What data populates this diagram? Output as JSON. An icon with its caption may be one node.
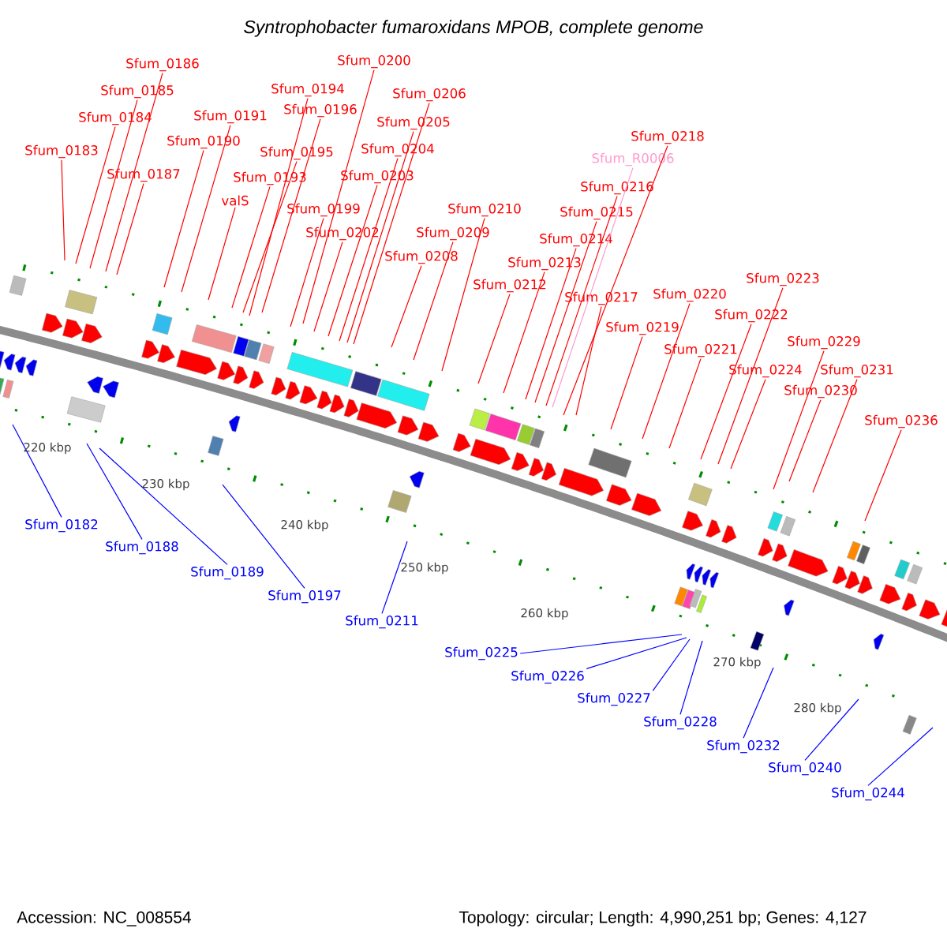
{
  "diagram": {
    "title": "Syntrophobacter fumaroxidans MPOB, complete genome",
    "nodes": [
      {
        "text": [
          "Sfum_0186"
        ]
      },
      {
        "text": [
          "Sfum_0185"
        ]
      },
      {
        "text": [
          "Sfum_0184"
        ]
      },
      {
        "text": [
          "Sfum_0183"
        ]
      },
      {
        "text": [
          "Sfum_0187"
        ]
      },
      {
        "text": [
          "Sfum_0191"
        ]
      },
      {
        "text": [
          "Sfum_0190"
        ]
      },
      {
        "text": [
          "valS"
        ]
      },
      {
        "text": [
          "Sfum_0194"
        ]
      },
      {
        "text": [
          "Sfum_0196"
        ]
      },
      {
        "text": [
          "Sfum_0195"
        ]
      },
      {
        "text": [
          "Sfum_0193"
        ]
      },
      {
        "text": [
          "Sfum_0200"
        ]
      },
      {
        "text": [
          "Sfum_0206"
        ]
      },
      {
        "text": [
          "Sfum_0205"
        ]
      },
      {
        "text": [
          "Sfum_0204"
        ]
      },
      {
        "text": [
          "Sfum_0203"
        ]
      },
      {
        "text": [
          "Sfum_0199"
        ]
      },
      {
        "text": [
          "Sfum_0202"
        ]
      },
      {
        "text": [
          "Sfum_0208"
        ]
      },
      {
        "text": [
          "Sfum_0209"
        ]
      },
      {
        "text": [
          "Sfum_0210"
        ]
      },
      {
        "text": [
          "Sfum_0218"
        ]
      },
      {
        "text": [
          "Sfum_R0006"
        ]
      },
      {
        "text": [
          "Sfum_0216"
        ]
      },
      {
        "text": [
          "Sfum_0215"
        ]
      },
      {
        "text": [
          "Sfum_0214"
        ]
      },
      {
        "text": [
          "Sfum_0213"
        ]
      },
      {
        "text": [
          "Sfum_0212"
        ]
      },
      {
        "text": [
          "Sfum_0217"
        ]
      },
      {
        "text": [
          "Sfum_0220"
        ]
      },
      {
        "text": [
          "Sfum_0219"
        ]
      },
      {
        "text": [
          "Sfum_0221"
        ]
      },
      {
        "text": [
          "Sfum_0223"
        ]
      },
      {
        "text": [
          "Sfum_0222"
        ]
      },
      {
        "text": [
          "Sfum_0224"
        ]
      },
      {
        "text": [
          "Sfum_0229"
        ]
      },
      {
        "text": [
          "Sfum_0231"
        ]
      },
      {
        "text": [
          "Sfum_0230"
        ]
      },
      {
        "text": [
          "Sfum_0236"
        ]
      },
      {
        "text": [
          "Sfum_0182"
        ]
      },
      {
        "text": [
          "Sfum_0188"
        ]
      },
      {
        "text": [
          "Sfum_0189"
        ]
      },
      {
        "text": [
          "Sfum_0197"
        ]
      },
      {
        "text": [
          "Sfum_0211"
        ]
      },
      {
        "text": [
          "Sfum_0225"
        ]
      },
      {
        "text": [
          "Sfum_0226"
        ]
      },
      {
        "text": [
          "Sfum_0227"
        ]
      },
      {
        "text": [
          "Sfum_0228"
        ]
      },
      {
        "text": [
          "Sfum_0232"
        ]
      },
      {
        "text": [
          "Sfum_0240"
        ]
      },
      {
        "text": [
          "Sfum_0244"
        ]
      }
    ],
    "edges": [
      {
        "from": 0,
        "to": null,
        "arrow": "none"
      },
      {
        "from": 1,
        "to": null,
        "arrow": "none"
      },
      {
        "from": 2,
        "to": null,
        "arrow": "none"
      },
      {
        "from": 3,
        "to": null,
        "arrow": "none"
      },
      {
        "from": 4,
        "to": null,
        "arrow": "none"
      },
      {
        "from": 5,
        "to": null,
        "arrow": "none"
      },
      {
        "from": 6,
        "to": null,
        "arrow": "none"
      },
      {
        "from": 7,
        "to": null,
        "arrow": "none"
      },
      {
        "from": 8,
        "to": null,
        "arrow": "none"
      },
      {
        "from": 9,
        "to": null,
        "arrow": "none"
      },
      {
        "from": 10,
        "to": null,
        "arrow": "none"
      },
      {
        "from": 11,
        "to": null,
        "arrow": "none"
      },
      {
        "from": 12,
        "to": null,
        "arrow": "none"
      },
      {
        "from": 13,
        "to": null,
        "arrow": "none"
      },
      {
        "from": 14,
        "to": null,
        "arrow": "none"
      },
      {
        "from": 15,
        "to": null,
        "arrow": "none"
      },
      {
        "from": 16,
        "to": null,
        "arrow": "none"
      },
      {
        "from": 17,
        "to": null,
        "arrow": "none"
      },
      {
        "from": 18,
        "to": null,
        "arrow": "none"
      },
      {
        "from": 19,
        "to": null,
        "arrow": "none"
      },
      {
        "from": 20,
        "to": null,
        "arrow": "none"
      },
      {
        "from": 21,
        "to": null,
        "arrow": "none"
      },
      {
        "from": 22,
        "to": null,
        "arrow": "none"
      },
      {
        "from": 23,
        "to": null,
        "arrow": "none",
        "color": "#ff99cc"
      },
      {
        "from": 24,
        "to": null,
        "arrow": "none"
      },
      {
        "from": 25,
        "to": null,
        "arrow": "none"
      },
      {
        "from": 26,
        "to": null,
        "arrow": "none"
      },
      {
        "from": 27,
        "to": null,
        "arrow": "none"
      },
      {
        "from": 28,
        "to": null,
        "arrow": "none"
      },
      {
        "from": 29,
        "to": null,
        "arrow": "none"
      },
      {
        "from": 30,
        "to": null,
        "arrow": "none"
      },
      {
        "from": 31,
        "to": null,
        "arrow": "none"
      },
      {
        "from": 32,
        "to": null,
        "arrow": "none"
      },
      {
        "from": 33,
        "to": null,
        "arrow": "none"
      },
      {
        "from": 34,
        "to": null,
        "arrow": "none"
      },
      {
        "from": 35,
        "to": null,
        "arrow": "none"
      },
      {
        "from": 36,
        "to": null,
        "arrow": "none"
      },
      {
        "from": 37,
        "to": null,
        "arrow": "none"
      },
      {
        "from": 38,
        "to": null,
        "arrow": "none"
      },
      {
        "from": 39,
        "to": null,
        "arrow": "none"
      },
      {
        "from": 40,
        "to": null,
        "arrow": "none",
        "color": "#0000ff"
      },
      {
        "from": 41,
        "to": null,
        "arrow": "none",
        "color": "#0000ff"
      },
      {
        "from": 42,
        "to": null,
        "arrow": "none",
        "color": "#0000ff"
      },
      {
        "from": 43,
        "to": null,
        "arrow": "none",
        "color": "#0000ff"
      },
      {
        "from": 44,
        "to": null,
        "arrow": "none",
        "color": "#0000ff"
      },
      {
        "from": 45,
        "to": null,
        "arrow": "none",
        "color": "#0000ff"
      },
      {
        "from": 46,
        "to": null,
        "arrow": "none",
        "color": "#0000ff"
      },
      {
        "from": 47,
        "to": null,
        "arrow": "none",
        "color": "#0000ff"
      },
      {
        "from": 48,
        "to": null,
        "arrow": "none",
        "color": "#0000ff"
      },
      {
        "from": 49,
        "to": null,
        "arrow": "none",
        "color": "#0000ff"
      },
      {
        "from": 50,
        "to": null,
        "arrow": "none",
        "color": "#0000ff"
      },
      {
        "from": 51,
        "to": null,
        "arrow": "none",
        "color": "#0000ff"
      }
    ],
    "labels": [
      "220 kbp",
      "230 kbp",
      "240 kbp",
      "250 kbp",
      "260 kbp",
      "270 kbp",
      "280 kbp",
      "Accession: NC_008554",
      "Topology: circular; Length: 4,990,251 bp; Genes: 4,127"
    ]
  }
}
